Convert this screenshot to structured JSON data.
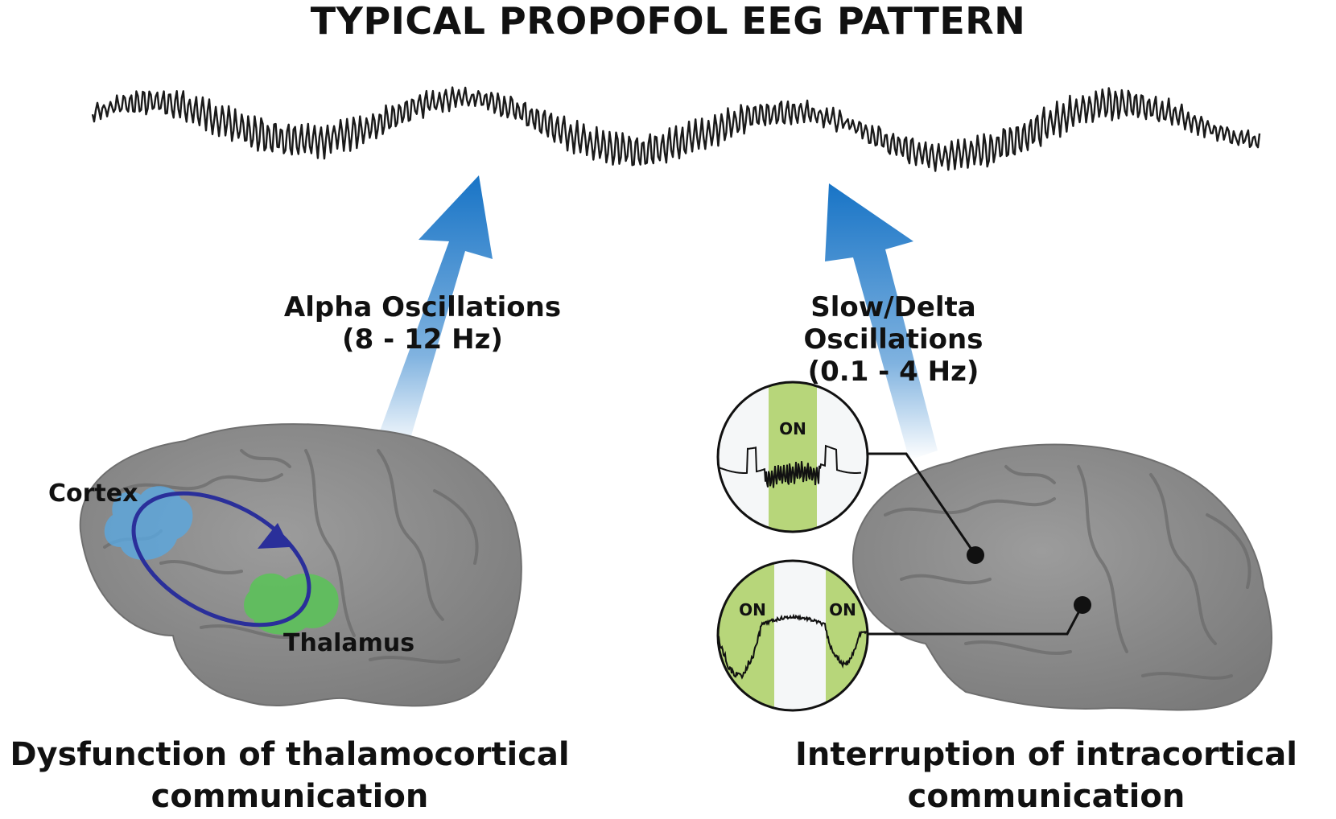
{
  "title": "TYPICAL PROPOFOL EEG PATTERN",
  "left": {
    "arrow_label_line1": "Alpha Oscillations",
    "arrow_label_line2": "(8 - 12 Hz)",
    "region_cortex": "Cortex",
    "region_thalamus": "Thalamus",
    "caption_line1": "Dysfunction of thalamocortical",
    "caption_line2": "communication"
  },
  "right": {
    "arrow_label_line1": "Slow/Delta Oscillations",
    "arrow_label_line2": "(0.1 - 4 Hz)",
    "on_label": "ON",
    "caption_line1": "Interruption of intracortical",
    "caption_line2": "communication"
  },
  "colors": {
    "arrow": "#1874c6",
    "brain": "#8c8c8c",
    "cortex": "#5aa8e0",
    "thalamus": "#5cc15a",
    "loop": "#2a2f9a",
    "on_band": "#b7d67a"
  }
}
